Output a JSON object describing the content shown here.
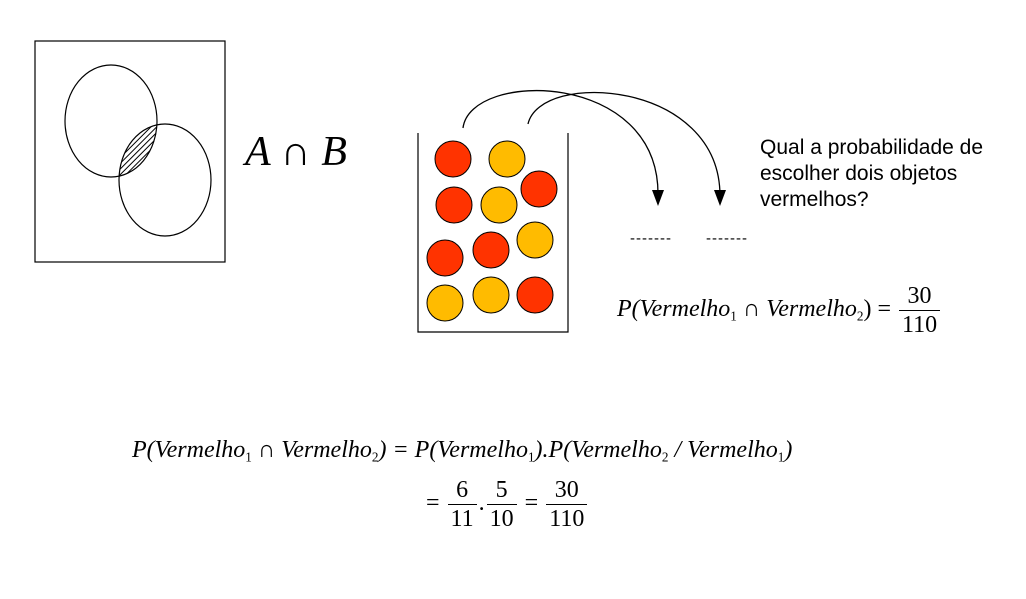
{
  "venn": {
    "label": "A ∩ B"
  },
  "jar": {
    "ball_colors": {
      "red": "#ff3300",
      "yellow": "#ffbb00"
    },
    "balls": [
      "red",
      "yellow",
      "red",
      "yellow",
      "red",
      "red",
      "red",
      "yellow",
      "yellow",
      "yellow",
      "red"
    ],
    "count_red": 6,
    "count_yellow": 5
  },
  "question": {
    "text": "Qual a probabilidade de escolher dois objetos vermelhos?"
  },
  "slots": {
    "first": "-------",
    "second": "-------"
  },
  "formula_top": {
    "lhs": "P(Vermelho",
    "sub1": "1",
    "cap": " ∩ Vermelho",
    "sub2": "2",
    "close": ") =",
    "num": "30",
    "den": "110"
  },
  "formula_bottom": {
    "line1": {
      "a": "P(Vermelho",
      "s1": "1",
      "b": " ∩ Vermelho",
      "s2": "2",
      "c": ") = P(Vermelho",
      "s3": "1",
      "d": ").P(Vermelho",
      "s4": "2",
      "e": " / Vermelho",
      "s5": "1",
      "f": ")"
    },
    "line2": {
      "eq1": "=",
      "f1_num": "6",
      "f1_den": "11",
      "dot": ".",
      "f2_num": "5",
      "f2_den": "10",
      "eq2": "=",
      "f3_num": "30",
      "f3_den": "110"
    }
  }
}
